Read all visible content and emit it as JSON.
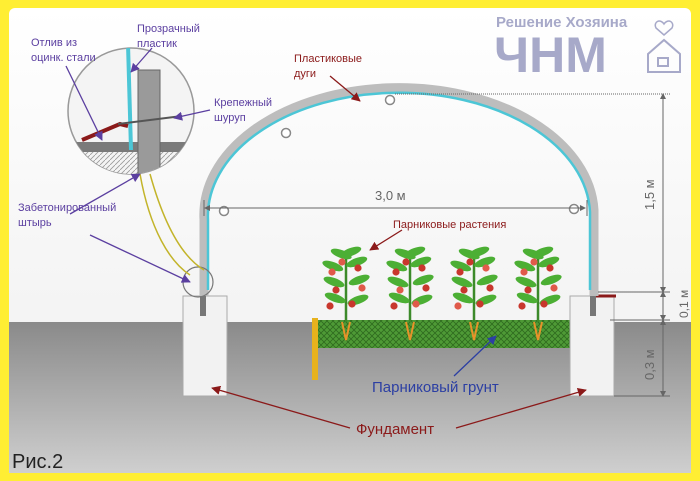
{
  "brand": {
    "tagline": "Решение Хозяина",
    "logo": "ЧНМ",
    "logo_color": "#a7a9c9"
  },
  "labels": {
    "drip_edge": [
      "Отлив из",
      "оцинк. стали"
    ],
    "clear_plastic": [
      "Прозрачный",
      "пластик"
    ],
    "fastening_screw": [
      "Крепежный",
      "шуруп"
    ],
    "concreted_pin": [
      "Забетонированный",
      "штырь"
    ],
    "plastic_arches": [
      "Пластиковые",
      "дуги"
    ],
    "plants": "Парниковые растения",
    "soil": "Парниковый грунт",
    "foundation": "Фундамент"
  },
  "dimensions": {
    "width": "3,0 м",
    "height_arch": "1,5 м",
    "height_top": "0,1 м",
    "height_base": "0,3 м"
  },
  "caption": "Рис.2",
  "colors": {
    "frame": "#ffee33",
    "label_purple": "#5b3fa0",
    "label_red": "#8b1a1a",
    "soil_text": "#2c3fa3",
    "arch_film": "#4cc6d6",
    "grass": "#3c8a2a"
  }
}
